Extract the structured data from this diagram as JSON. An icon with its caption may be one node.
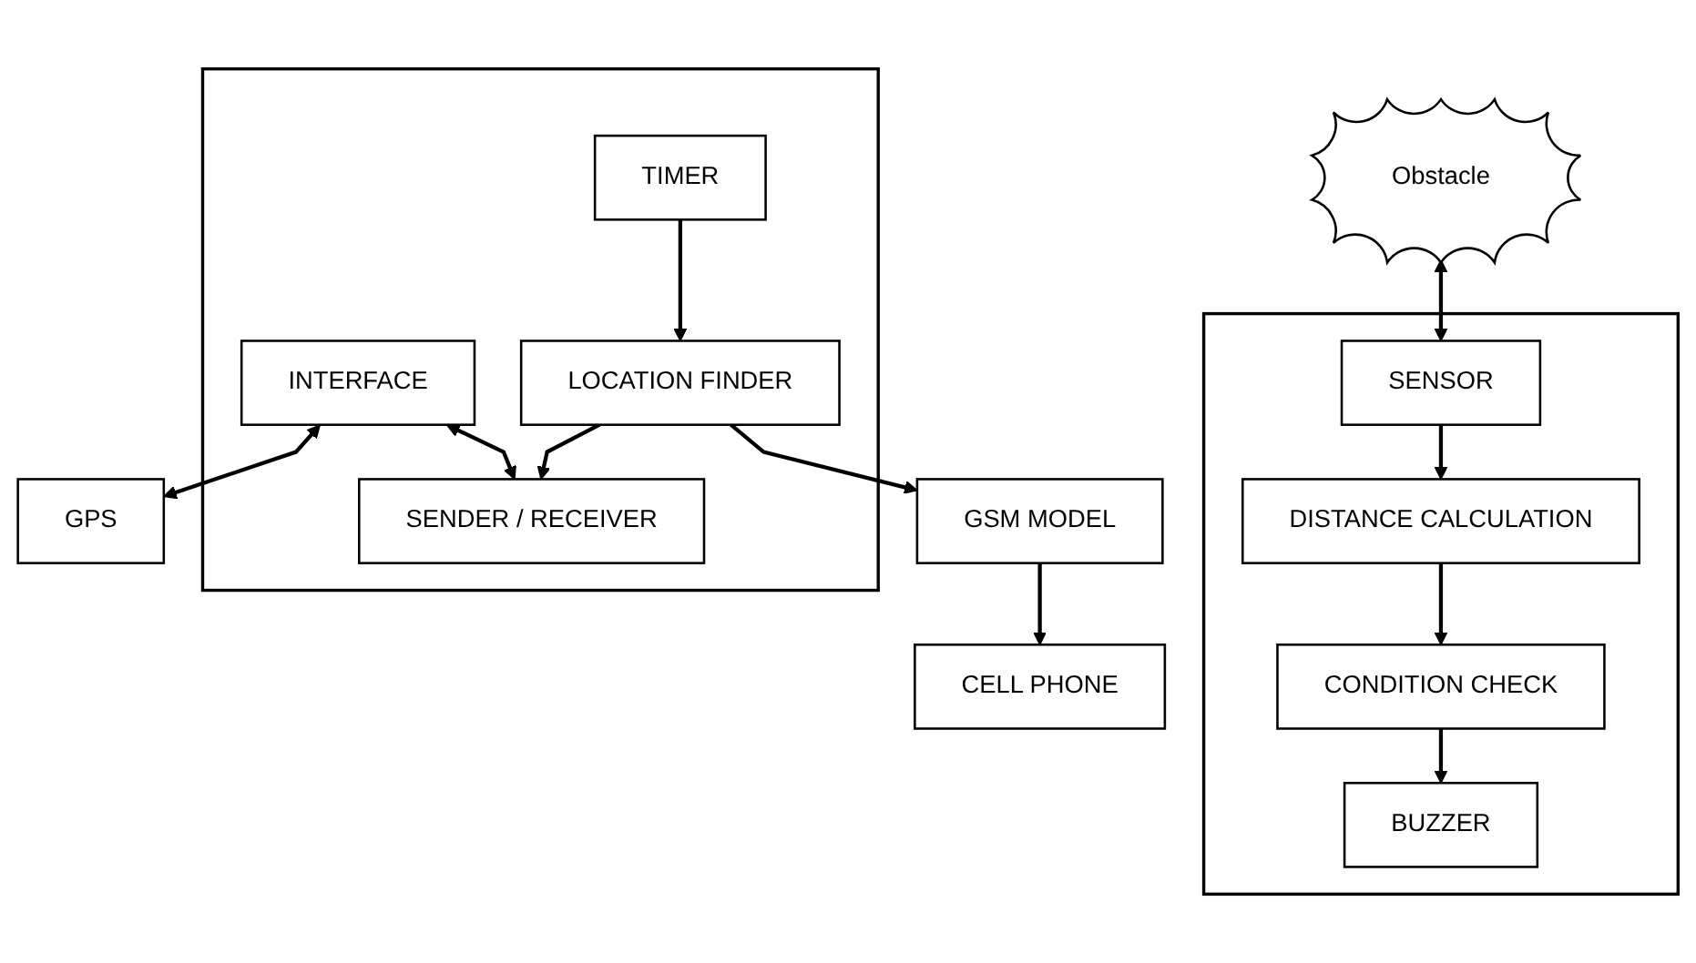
{
  "diagram": {
    "nodes": [
      {
        "text": [
          "Obstacle"
        ]
      },
      {
        "text": [
          "GPS"
        ]
      },
      {
        "text": [],
        "shape": "box"
      },
      {
        "text": [
          "SENSOR"
        ],
        "in": 2
      },
      {
        "text": [
          "DISTANCE CALCULATION"
        ],
        "in": 2
      },
      {
        "text": [
          "CONDITION CHECK"
        ],
        "in": 2
      },
      {
        "text": [
          "BUZZER"
        ],
        "in": 2
      },
      {
        "text": [],
        "shape": "box"
      },
      {
        "text": [
          "INTERFACE"
        ],
        "in": 7
      },
      {
        "text": [
          "SENDER / RECEIVER"
        ],
        "in": 7
      },
      {
        "text": [
          "LOCATION FINDER"
        ],
        "in": 7
      },
      {
        "text": [
          "TIMER"
        ],
        "in": 7
      },
      {
        "text": [
          "GSM MODEL"
        ]
      },
      {
        "text": [
          "CELL PHONE"
        ]
      }
    ],
    "edges": [
      {
        "from": 0,
        "to": 3,
        "arrow": "both"
      },
      {
        "from": 3,
        "to": 4,
        "arrow": "to"
      },
      {
        "from": 4,
        "to": 5,
        "arrow": "to"
      },
      {
        "from": 5,
        "to": 6,
        "arrow": "to"
      },
      {
        "from": 8,
        "to": 1,
        "arrow": "both"
      },
      {
        "from": 8,
        "to": 9,
        "arrow": "both"
      },
      {
        "from": 10,
        "to": 9,
        "arrow": "to"
      },
      {
        "from": 11,
        "to": 10,
        "arrow": "to"
      },
      {
        "from": 10,
        "to": 12,
        "arrow": "to"
      },
      {
        "from": 12,
        "to": 13,
        "arrow": "to"
      }
    ]
  }
}
